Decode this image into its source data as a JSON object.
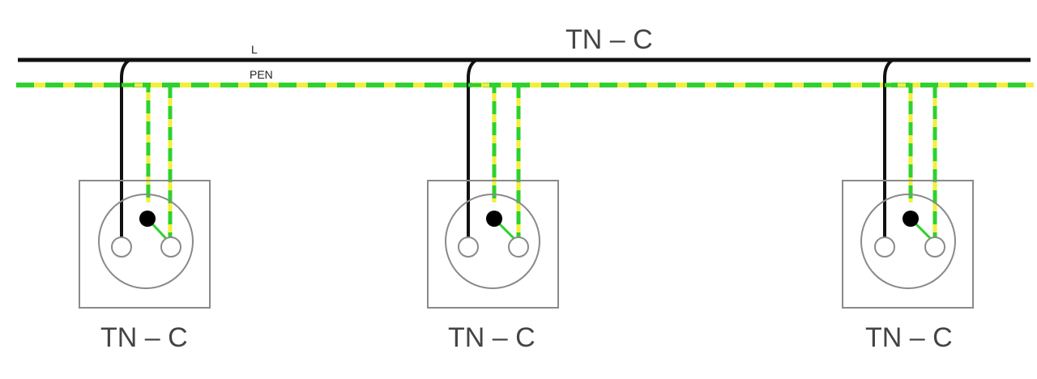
{
  "diagram": {
    "title": "TN – C",
    "wire_labels": {
      "line": "L",
      "pen": "PEN"
    },
    "colors": {
      "line_conductor": "#111111",
      "pen_base": "#f2ef3a",
      "pen_stripe": "#2ed12e",
      "socket_outline": "#8a8a8a",
      "earth_contact": "#000000",
      "label_text": "#444444"
    },
    "sockets": [
      {
        "label": "TN – C"
      },
      {
        "label": "TN – C"
      },
      {
        "label": "TN – C"
      }
    ]
  }
}
